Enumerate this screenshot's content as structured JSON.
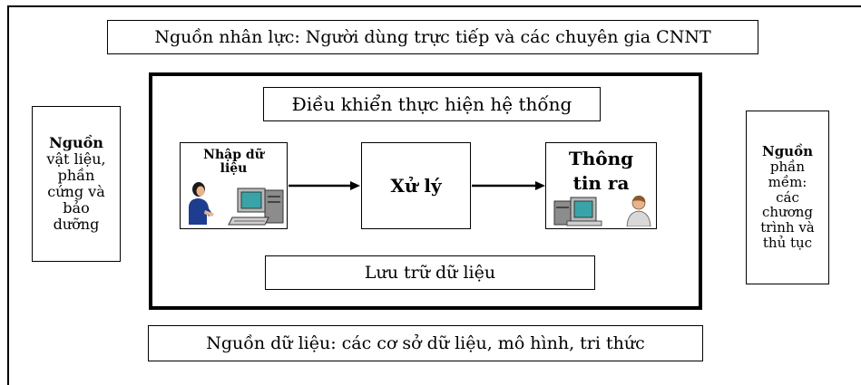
{
  "human_resources": "Nguồn nhân lực: Người dùng trực tiếp và các chuyên gia CNNT",
  "material_resources": [
    "Nguồn",
    "vật liệu,",
    "phần",
    "cứng và",
    "bảo",
    "dưỡng"
  ],
  "software_resources": [
    "Nguồn",
    "phần",
    "mềm:",
    "các",
    "chương",
    "trình và",
    "thủ tục"
  ],
  "control": "Điều khiển thực hiện hệ thống",
  "input": [
    "Nhập dữ",
    "liệu"
  ],
  "processing": "Xử lý",
  "output": [
    "Thông",
    "tin ra"
  ],
  "storage": "Lưu trữ dữ liệu",
  "data_resources": "Nguồn dữ liệu: các cơ sở dữ liệu, mô hình, tri thức"
}
